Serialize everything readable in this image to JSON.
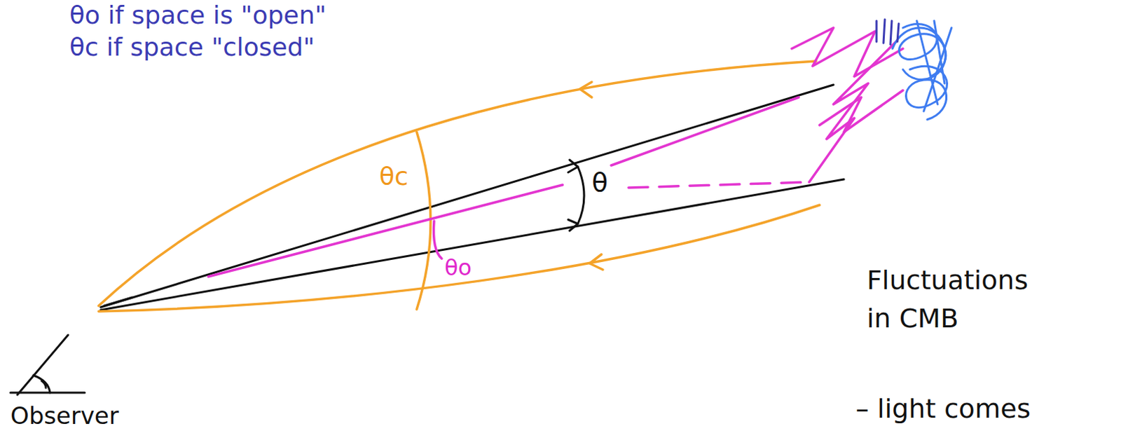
{
  "diagram": {
    "labels": [
      "θo if space is \"open\"",
      "θc if space \"closed\"",
      "θ",
      "θc",
      "θo",
      "Observer",
      "Fluctuations in CMB",
      "– light comes"
    ]
  }
}
